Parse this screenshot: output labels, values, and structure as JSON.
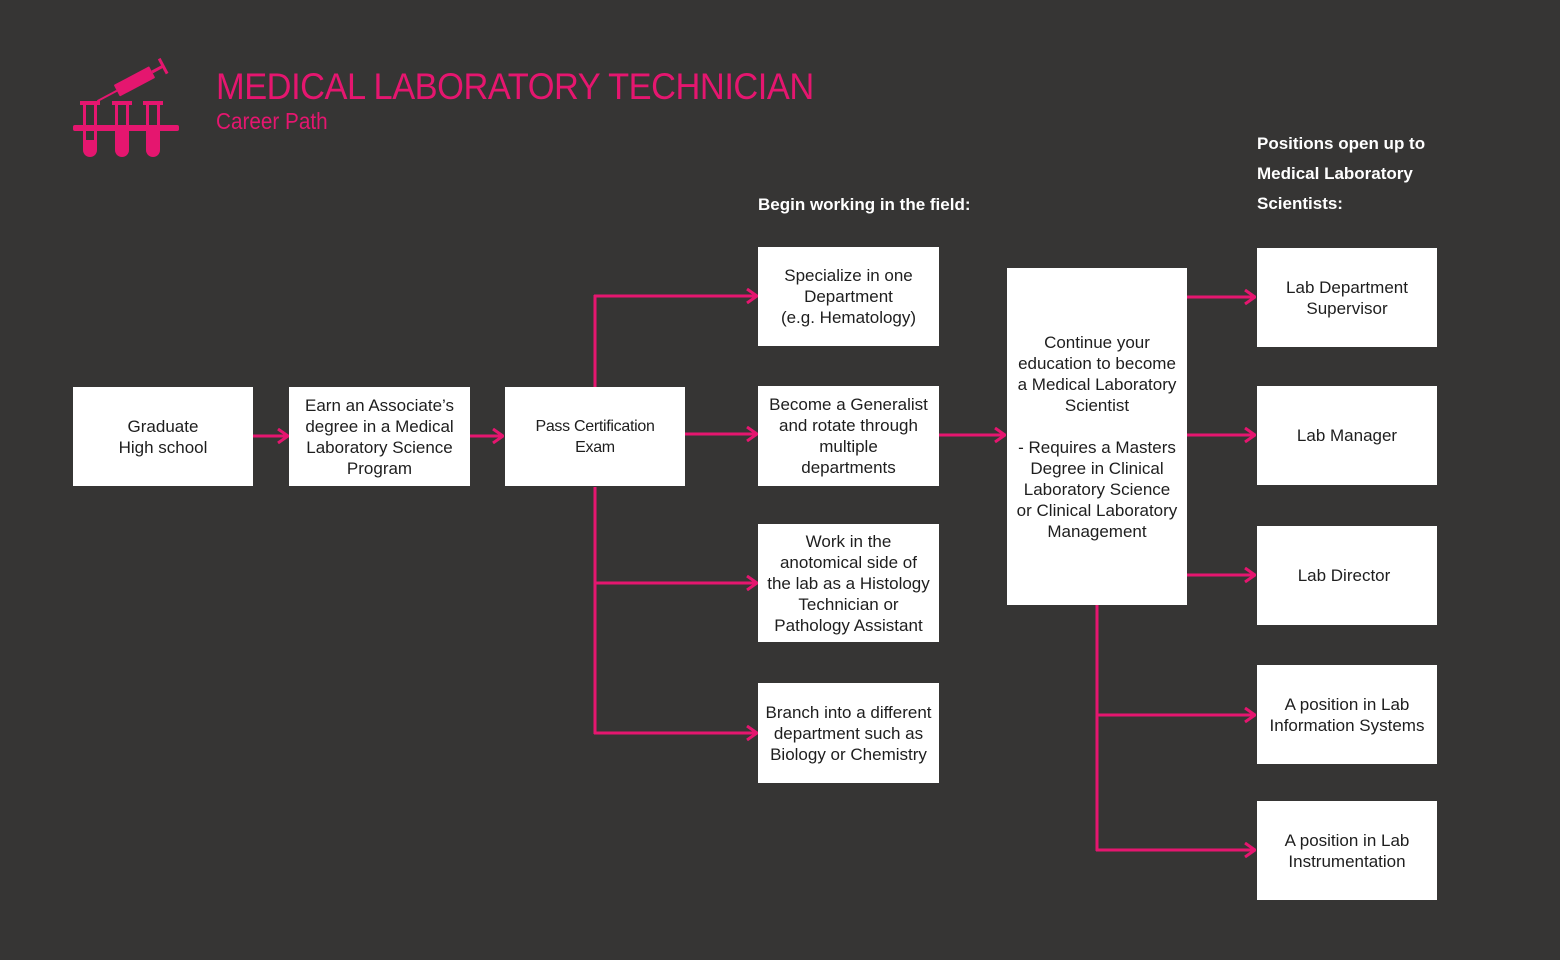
{
  "header": {
    "title": "MEDICAL LABORATORY TECHNICIAN",
    "subtitle": "Career Path",
    "logo_icon": "syringe-test-tubes-icon"
  },
  "colors": {
    "background": "#363534",
    "accent": "#e5166f",
    "box": "#ffffff",
    "box_text": "#1e1e1e",
    "label_text": "#ffffff"
  },
  "section_labels": {
    "field": "Begin working in the field:",
    "positions": "Positions open up to\nMedical Laboratory\nScientists:"
  },
  "steps": {
    "graduate": "Graduate\nHigh school",
    "associate": "Earn an Associate’s\ndegree in a Medical\nLaboratory Science\nProgram",
    "certification": "Pass Certification\nExam"
  },
  "field_options": [
    {
      "id": "specialize",
      "text": "Specialize in one\nDepartment\n(e.g. Hematology)"
    },
    {
      "id": "generalist",
      "text": "Become a Generalist\nand rotate through\nmultiple\ndepartments"
    },
    {
      "id": "anatomical",
      "text": "Work in the\nanotomical side of\nthe lab as a Histology\nTechnician or\nPathology Assistant"
    },
    {
      "id": "branch",
      "text": "Branch into a different\ndepartment such as\nBiology or Chemistry"
    }
  ],
  "education": {
    "text": "Continue your\neducation to become\na Medical Laboratory\nScientist\n\n- Requires a Masters\nDegree in Clinical\nLaboratory Science\nor Clinical Laboratory\nManagement"
  },
  "positions": [
    {
      "id": "supervisor",
      "text": "Lab Department\nSupervisor"
    },
    {
      "id": "manager",
      "text": "Lab Manager"
    },
    {
      "id": "director",
      "text": "Lab Director"
    },
    {
      "id": "info-systems",
      "text": "A position in Lab\nInformation Systems"
    },
    {
      "id": "instrumentation",
      "text": "A position in Lab\nInstrumentation"
    }
  ],
  "edges": [
    {
      "from": "graduate",
      "to": "associate"
    },
    {
      "from": "associate",
      "to": "certification"
    },
    {
      "from": "certification",
      "to": "specialize"
    },
    {
      "from": "certification",
      "to": "generalist"
    },
    {
      "from": "certification",
      "to": "anatomical"
    },
    {
      "from": "certification",
      "to": "branch"
    },
    {
      "from": "generalist",
      "to": "education"
    },
    {
      "from": "education",
      "to": "supervisor"
    },
    {
      "from": "education",
      "to": "manager"
    },
    {
      "from": "education",
      "to": "director"
    },
    {
      "from": "education",
      "to": "info-systems"
    },
    {
      "from": "education",
      "to": "instrumentation"
    }
  ]
}
